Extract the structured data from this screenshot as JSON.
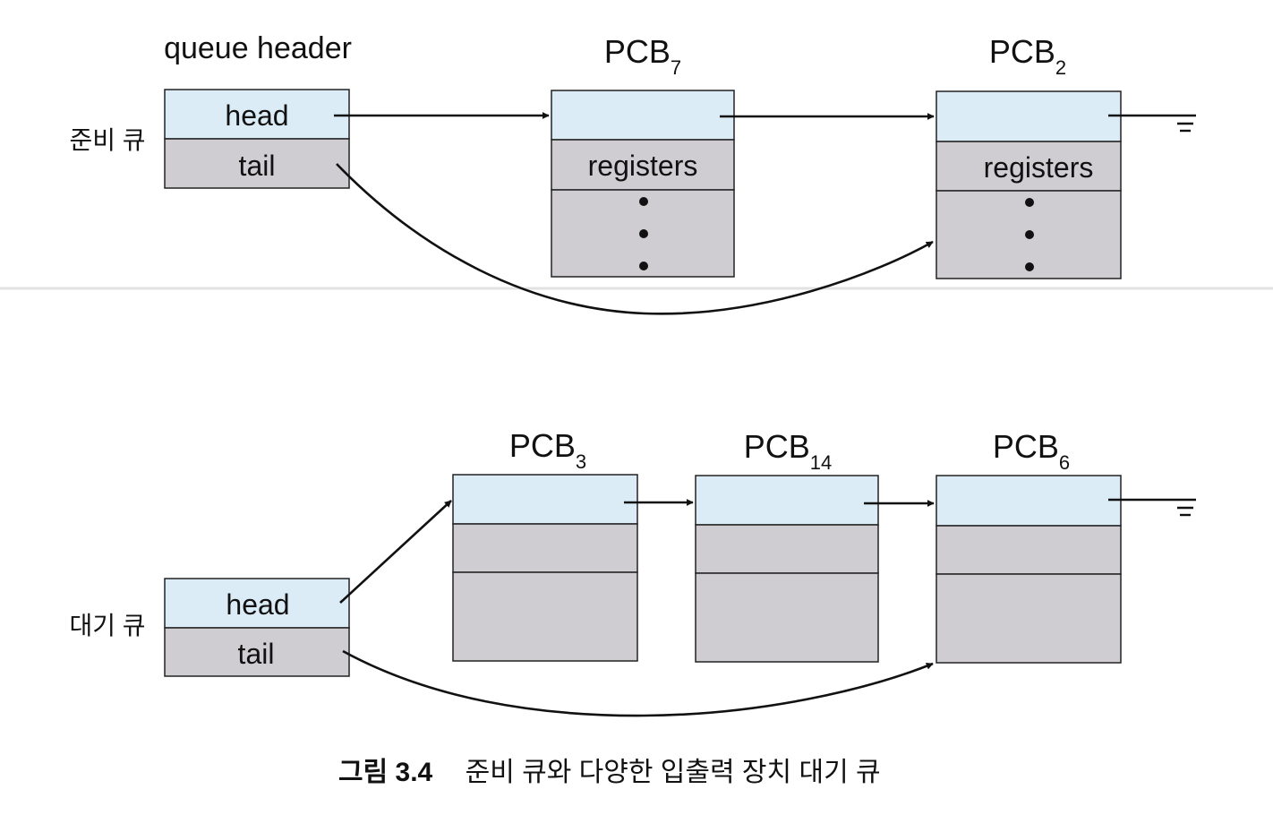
{
  "top": {
    "header_title": "queue header",
    "queue_label": "준비 큐",
    "head_label": "head",
    "tail_label": "tail",
    "pcbs": [
      {
        "base": "PCB",
        "sub": "7",
        "registers": "registers"
      },
      {
        "base": "PCB",
        "sub": "2",
        "registers": "registers"
      }
    ]
  },
  "bottom": {
    "queue_label": "대기 큐",
    "head_label": "head",
    "tail_label": "tail",
    "pcbs": [
      {
        "base": "PCB",
        "sub": "3"
      },
      {
        "base": "PCB",
        "sub": "14"
      },
      {
        "base": "PCB",
        "sub": "6"
      }
    ]
  },
  "caption": {
    "number": "그림 3.4",
    "text": "준비 큐와 다양한 입출력 장치 대기 큐"
  },
  "colors": {
    "link_field": "#dcecf7",
    "body_field": "#cfcdd2",
    "stroke": "#222222"
  }
}
